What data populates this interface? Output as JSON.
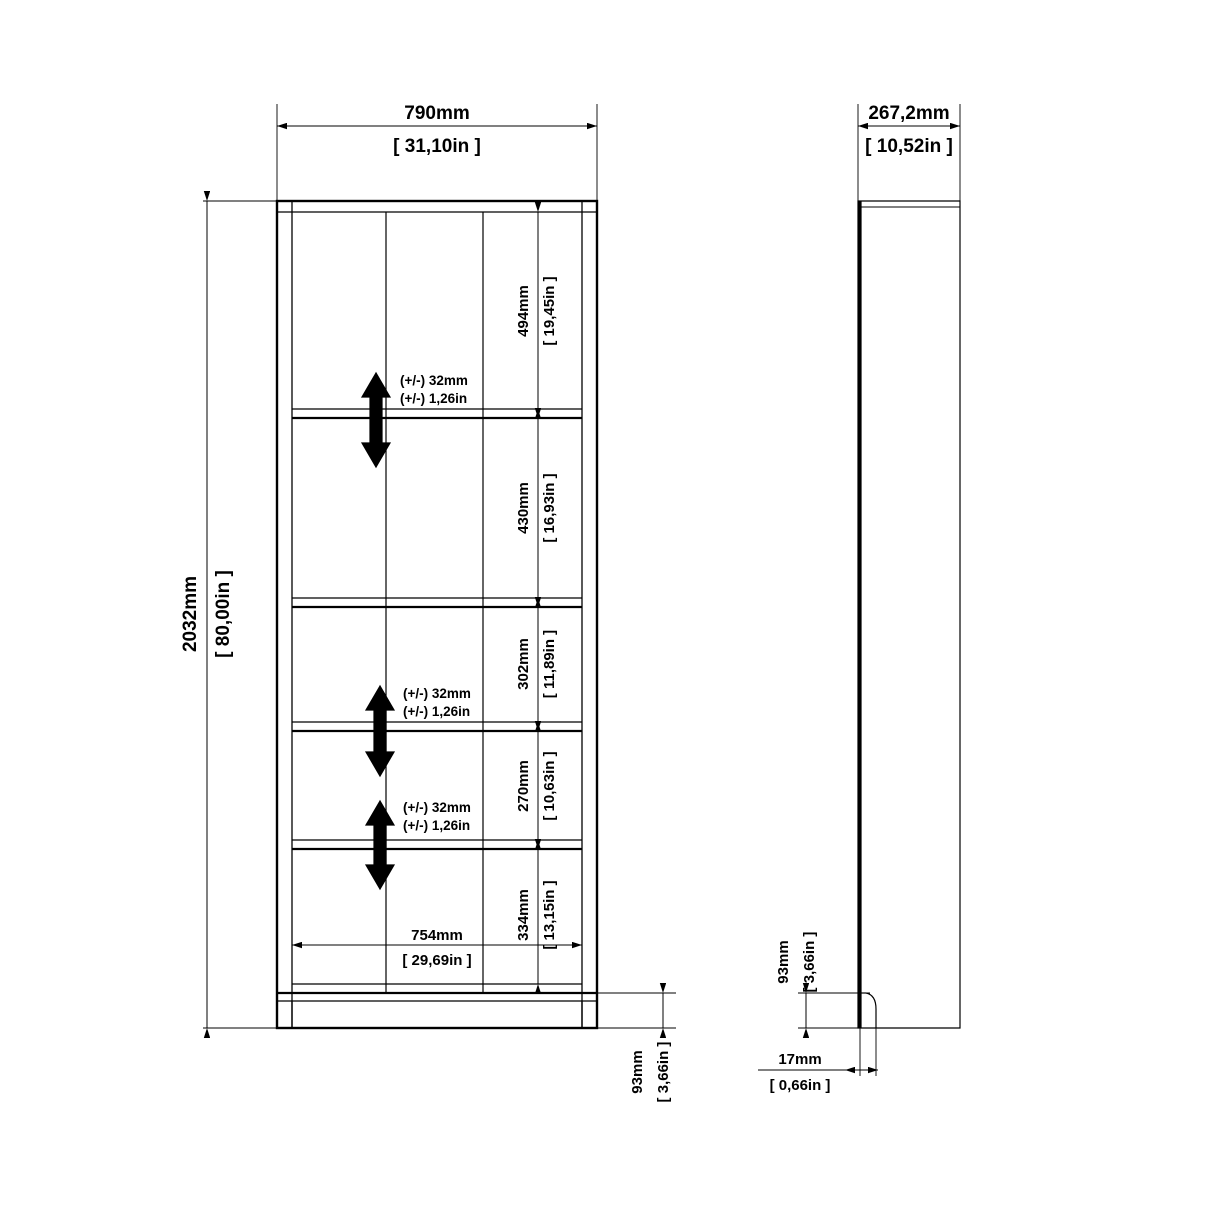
{
  "drawing": {
    "title": "Bookcase assembly dimension drawing",
    "line_color": "#000000",
    "bg_color": "#ffffff"
  },
  "front_view": {
    "overall_width": {
      "mm": "790mm",
      "in": "[ 31,10in ]"
    },
    "overall_height": {
      "mm": "2032mm",
      "in": "[ 80,00in ]"
    },
    "interior_width": {
      "mm": "754mm",
      "in": "[ 29,69in ]"
    },
    "plinth_height": {
      "mm": "93mm",
      "in": "[ 3,66in ]"
    },
    "shelf_openings": [
      {
        "mm": "494mm",
        "in": "[ 19,45in ]"
      },
      {
        "mm": "430mm",
        "in": "[ 16,93in ]"
      },
      {
        "mm": "302mm",
        "in": "[ 11,89in ]"
      },
      {
        "mm": "270mm",
        "in": "[ 10,63in ]"
      },
      {
        "mm": "334mm",
        "in": "[ 13,15in ]"
      }
    ],
    "adjustable_notes": [
      {
        "mm": "(+/-) 32mm",
        "in": "(+/-) 1,26in"
      },
      {
        "mm": "(+/-) 32mm",
        "in": "(+/-) 1,26in"
      },
      {
        "mm": "(+/-) 32mm",
        "in": "(+/-) 1,26in"
      }
    ]
  },
  "side_view": {
    "overall_depth": {
      "mm": "267,2mm",
      "in": "[ 10,52in ]"
    },
    "plinth_height": {
      "mm": "93mm",
      "in": "[ 3,66in ]"
    },
    "panel_thickness": {
      "mm": "17mm",
      "in": "[ 0,66in ]"
    }
  }
}
